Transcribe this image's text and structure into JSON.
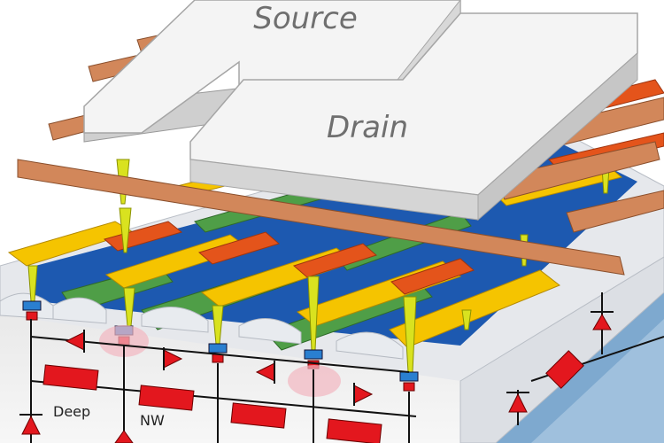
{
  "labels": {
    "source": "Source",
    "drain": "Drain",
    "deep_nw_left": "Deep",
    "deep_nw_right": "NW"
  },
  "colors": {
    "background_water": "#7ea9cf",
    "substrate_top": "#e6e8ec",
    "substrate_front": "#f2f2f2",
    "nwell_blue": "#1d59b0",
    "poly_green": "#4f9e47",
    "metal1_yellow": "#f5c400",
    "metal2_orange": "#e4541b",
    "metal3_copper": "#d2875a",
    "pad_white": "#f4f4f4",
    "via_yellow": "#d9e21f",
    "parasitic_red": "#e3171e",
    "circuit_line": "#111111"
  },
  "icons": [
    "diode-symbol",
    "resistor-symbol",
    "via-contact"
  ]
}
